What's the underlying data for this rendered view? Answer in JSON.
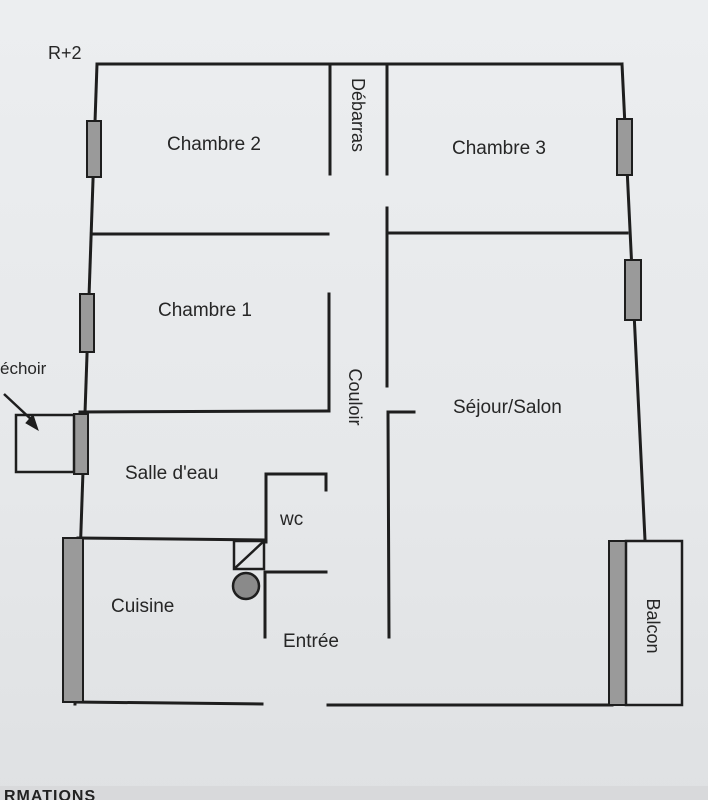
{
  "plan": {
    "floor_label": "R+2",
    "rooms": {
      "chambre_2": "Chambre 2",
      "chambre_3": "Chambre 3",
      "chambre_1": "Chambre 1",
      "debarras": "Débarras",
      "couloir": "Couloir",
      "sejour_salon": "Séjour/Salon",
      "sechoir": "échoir",
      "salle_deau": "Salle d'eau",
      "wc": "wc",
      "cuisine": "Cuisine",
      "entree": "Entrée",
      "balcon": "Balcon"
    }
  },
  "footer": {
    "section_heading_fragment": "RMATIONS"
  },
  "colors": {
    "wall": "#1e1e1e",
    "window_fill": "#9a9a9a",
    "appliance_fill": "#8a8a8a",
    "paper": "#eceef0"
  }
}
